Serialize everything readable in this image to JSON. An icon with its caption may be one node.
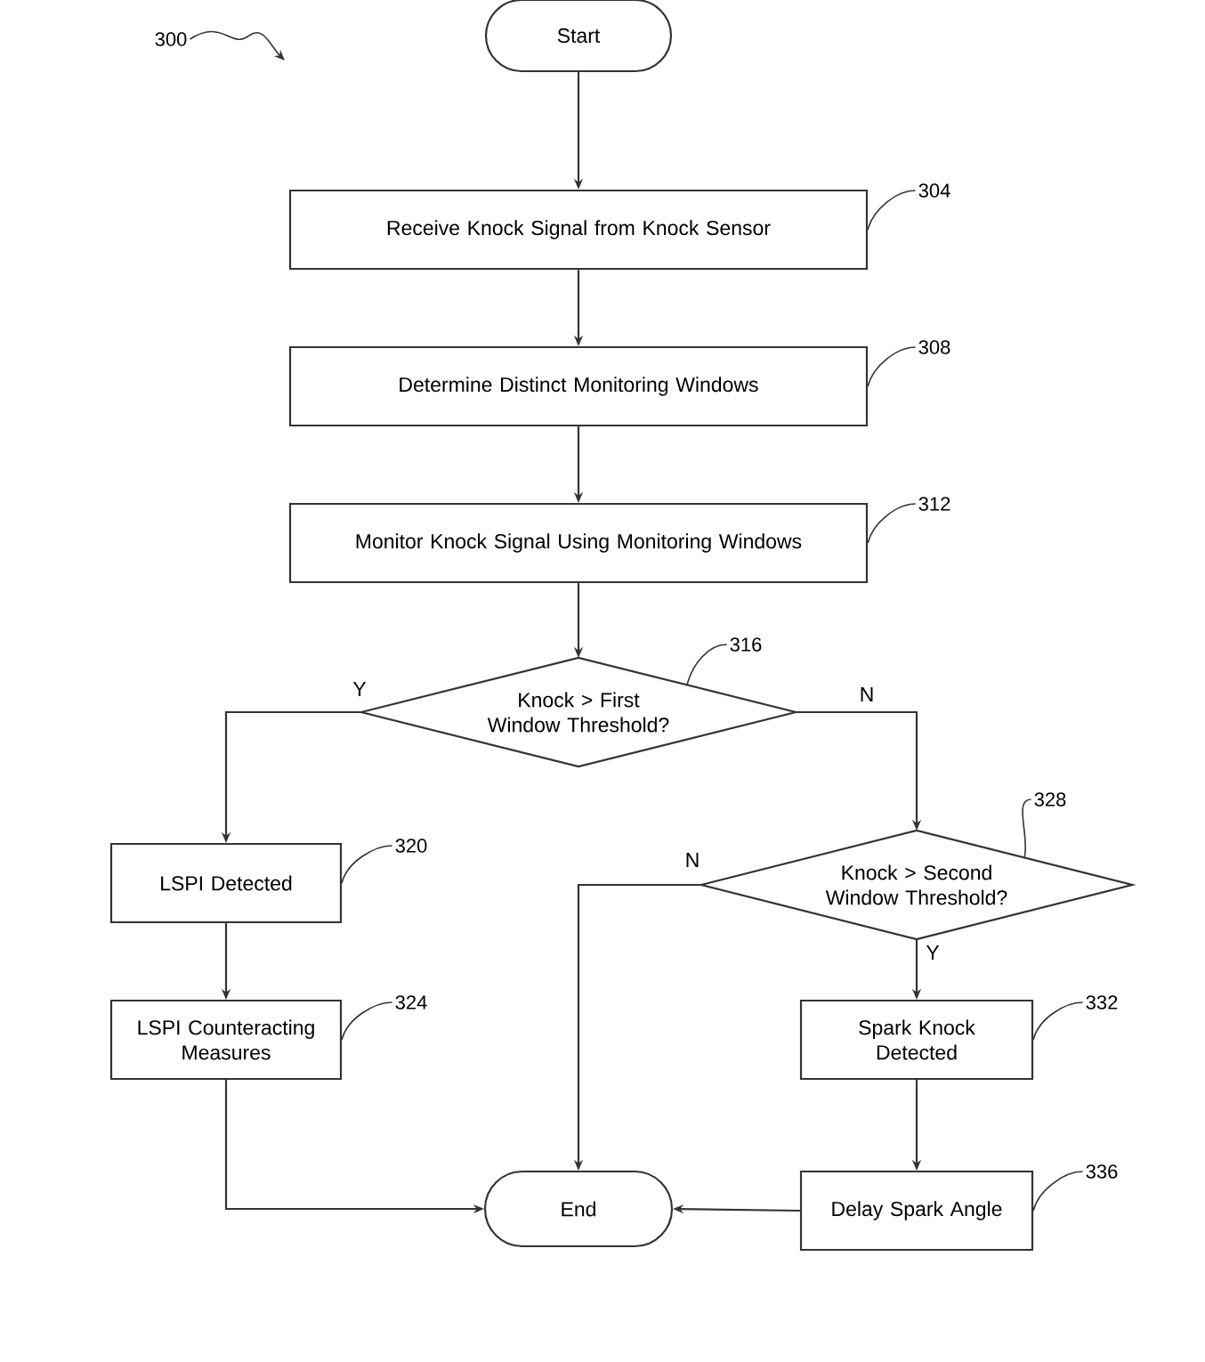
{
  "diagram": {
    "nodes": [
      {
        "text": [
          "Start"
        ]
      },
      {
        "text": [
          "Receive Knock Signal from Knock Sensor"
        ]
      },
      {
        "text": [
          "Determine Distinct Monitoring Windows"
        ]
      },
      {
        "text": [
          "Monitor Knock Signal Using Monitoring Windows"
        ]
      },
      {
        "text": [
          "Knock > First Window Threshold?"
        ]
      },
      {
        "text": [
          "LSPI Detected"
        ]
      },
      {
        "text": [
          "LSPI Counteracting Measures"
        ]
      },
      {
        "text": [
          "Knock > Second Window Threshold?"
        ]
      },
      {
        "text": [
          "Spark Knock Detected"
        ]
      },
      {
        "text": [
          "Delay Spark Angle"
        ]
      },
      {
        "text": [
          "End"
        ]
      },
      {
        "text": [
          "300"
        ]
      },
      {
        "text": [
          "304"
        ]
      },
      {
        "text": [
          "308"
        ]
      },
      {
        "text": [
          "312"
        ]
      },
      {
        "text": [
          "316"
        ]
      },
      {
        "text": [
          "320"
        ]
      },
      {
        "text": [
          "324"
        ]
      },
      {
        "text": [
          "328"
        ]
      },
      {
        "text": [
          "332"
        ]
      },
      {
        "text": [
          "336"
        ]
      }
    ],
    "edges": [
      {
        "from": 0,
        "to": 1,
        "arrow": "to"
      },
      {
        "from": 1,
        "to": 2,
        "arrow": "to"
      },
      {
        "from": 2,
        "to": 3,
        "arrow": "to"
      },
      {
        "from": 3,
        "to": 4,
        "arrow": "to"
      },
      {
        "from": 4,
        "to": 5,
        "arrow": "to",
        "label": "Y"
      },
      {
        "from": 4,
        "to": 7,
        "arrow": "to",
        "label": "N"
      },
      {
        "from": 5,
        "to": 6,
        "arrow": "to"
      },
      {
        "from": 7,
        "to": 10,
        "arrow": "to",
        "label": "N"
      },
      {
        "from": 7,
        "to": 8,
        "arrow": "to",
        "label": "Y"
      },
      {
        "from": 8,
        "to": 9,
        "arrow": "to"
      },
      {
        "from": 6,
        "to": 10,
        "arrow": "to"
      },
      {
        "from": 9,
        "to": 10,
        "arrow": "to"
      },
      {
        "from": 11,
        "to": null,
        "arrow": "to"
      },
      {
        "from": 12,
        "to": 1,
        "arrow": "none"
      },
      {
        "from": 13,
        "to": 2,
        "arrow": "none"
      },
      {
        "from": 14,
        "to": 3,
        "arrow": "none"
      },
      {
        "from": 15,
        "to": 4,
        "arrow": "none"
      },
      {
        "from": 16,
        "to": 5,
        "arrow": "none"
      },
      {
        "from": 17,
        "to": 6,
        "arrow": "none"
      },
      {
        "from": 18,
        "to": 7,
        "arrow": "none"
      },
      {
        "from": 19,
        "to": 8,
        "arrow": "none"
      },
      {
        "from": 20,
        "to": 9,
        "arrow": "none"
      }
    ]
  }
}
